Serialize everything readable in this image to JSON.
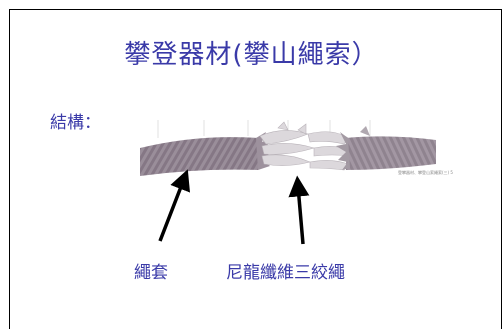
{
  "slide": {
    "title": "攀登器材(攀山繩索）",
    "structure_label": "結構：",
    "sheath_label": "繩套",
    "core_label": "尼龍纖維三絞繩",
    "image_caption": "登攀器材、攀登山索繩索(三)",
    "image_page": "5"
  },
  "colors": {
    "text": "#3a3aa8",
    "rope_sheath": "#8a7d8a",
    "rope_core": "#d6d2d6"
  }
}
